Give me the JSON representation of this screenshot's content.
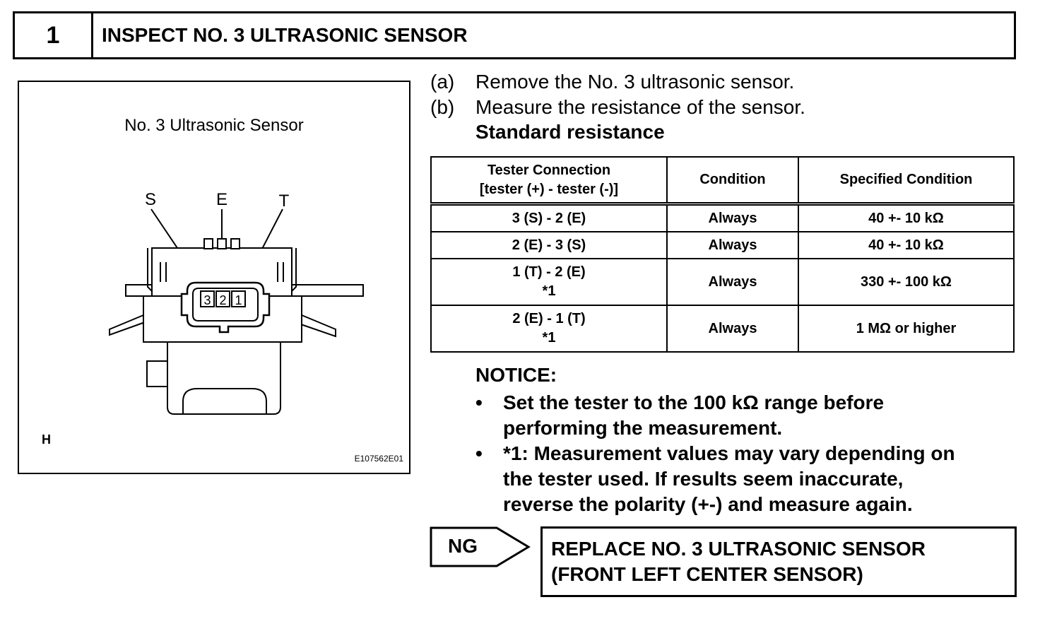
{
  "step": {
    "number": "1",
    "title": "INSPECT NO. 3 ULTRASONIC SENSOR"
  },
  "figure": {
    "title": "No. 3 Ultrasonic Sensor",
    "terminal_labels": {
      "s": "S",
      "e": "E",
      "t": "T"
    },
    "pin_numbers": [
      "3",
      "2",
      "1"
    ],
    "corner_label": "H",
    "code": "E107562E01"
  },
  "procedure": {
    "a_label": "(a)",
    "a_text": "Remove the No. 3 ultrasonic sensor.",
    "b_label": "(b)",
    "b_text": "Measure the resistance of the sensor.",
    "standard": "Standard resistance"
  },
  "table": {
    "headers": {
      "connection_line1": "Tester Connection",
      "connection_line2": "[tester (+) - tester (-)]",
      "condition": "Condition",
      "specified": "Specified Condition"
    },
    "rows": [
      {
        "connection": "3 (S) - 2 (E)",
        "note": "",
        "condition": "Always",
        "specified": "40 +- 10 kΩ"
      },
      {
        "connection": "2 (E) - 3 (S)",
        "note": "",
        "condition": "Always",
        "specified": "40 +- 10 kΩ"
      },
      {
        "connection": "1 (T) - 2 (E)",
        "note": "*1",
        "condition": "Always",
        "specified": "330 +- 100 kΩ"
      },
      {
        "connection": "2 (E) - 1 (T)",
        "note": "*1",
        "condition": "Always",
        "specified": "1 MΩ or higher"
      }
    ]
  },
  "notice": {
    "title": "NOTICE:",
    "bullet": "•",
    "items": [
      {
        "line1": "Set the tester to the 100 kΩ range before",
        "line2": "performing the measurement."
      },
      {
        "line1": "*1: Measurement values may vary depending on",
        "line2": "the tester used. If results seem inaccurate,",
        "line3": "reverse the polarity (+-) and measure again."
      }
    ]
  },
  "result": {
    "ng_label": "NG",
    "line1": "REPLACE NO. 3 ULTRASONIC SENSOR",
    "line2": "(FRONT LEFT CENTER SENSOR)"
  }
}
